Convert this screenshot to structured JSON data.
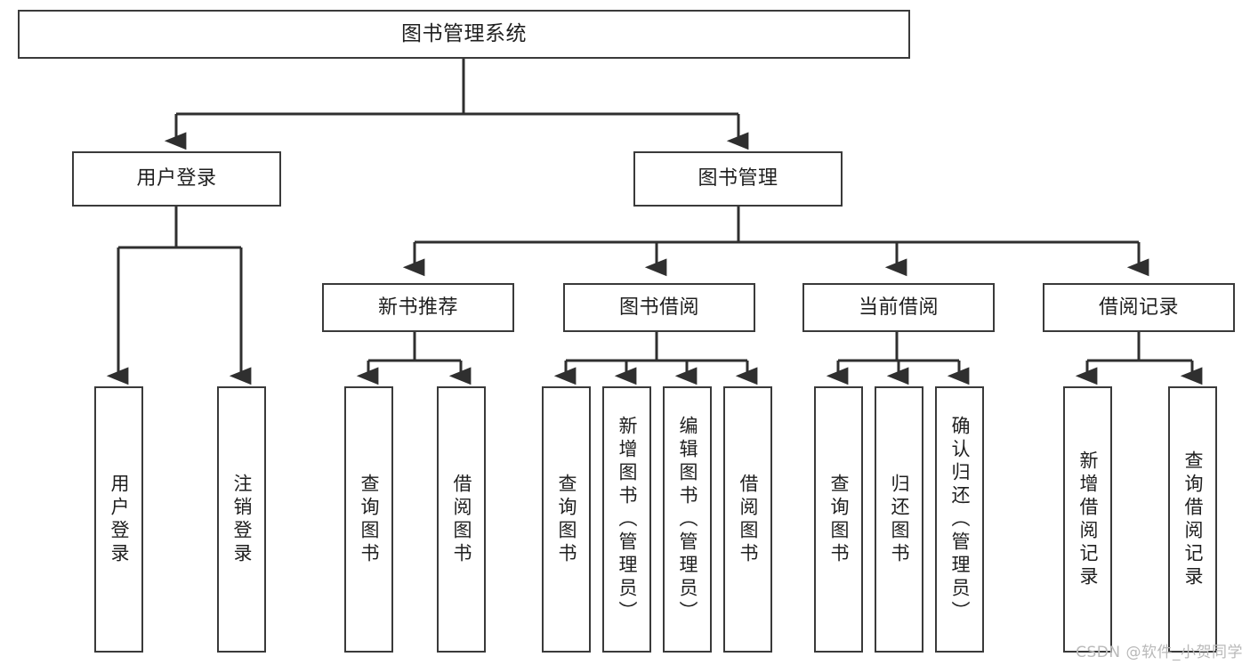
{
  "diagram": {
    "title": "图书管理系统",
    "type": "tree-hierarchy",
    "watermark": "CSDN @软件_小贺同学",
    "colors": {
      "box_border": "#3a3a3a",
      "box_fill": "#ffffff",
      "connector": "#2f2f2f",
      "text": "#1f1f1f",
      "watermark": "#b9b9b9"
    },
    "root": {
      "label": "图书管理系统"
    },
    "level2": [
      {
        "label": "用户登录"
      },
      {
        "label": "图书管理"
      }
    ],
    "level3": [
      {
        "label": "新书推荐"
      },
      {
        "label": "图书借阅"
      },
      {
        "label": "当前借阅"
      },
      {
        "label": "借阅记录"
      }
    ],
    "leaves": {
      "user_login": [
        {
          "label": "用户登录"
        },
        {
          "label": "注销登录"
        }
      ],
      "new_book_recommend": [
        {
          "label": "查询图书"
        },
        {
          "label": "借阅图书"
        }
      ],
      "book_borrow": [
        {
          "label": "查询图书"
        },
        {
          "label": "新增图书（管理员）"
        },
        {
          "label": "编辑图书（管理员）"
        },
        {
          "label": "借阅图书"
        }
      ],
      "current_borrow": [
        {
          "label": "查询图书"
        },
        {
          "label": "归还图书"
        },
        {
          "label": "确认归还（管理员）"
        }
      ],
      "borrow_record": [
        {
          "label": "新增借阅记录"
        },
        {
          "label": "查询借阅记录"
        }
      ]
    }
  }
}
